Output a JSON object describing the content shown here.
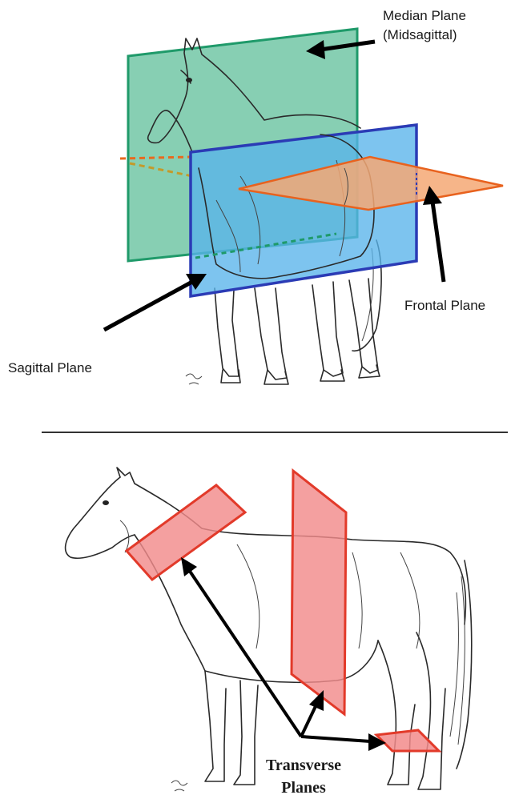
{
  "labels": {
    "median_line1": "Median Plane",
    "median_line2": "(Midsagittal)",
    "frontal": "Frontal Plane",
    "sagittal": "Sagittal Plane",
    "transverse_line1": "Transverse",
    "transverse_line2": "Planes"
  },
  "colors": {
    "median_plane": "#5fbf9a",
    "sagittal_plane": "#58b4ea",
    "sagittal_border": "#2b3bb5",
    "frontal_plane": "#f5a874",
    "frontal_border": "#e8621e",
    "transverse_plane": "#f28b8b",
    "transverse_border": "#e23a2a",
    "divider": "#333333",
    "arrow": "#000000"
  }
}
